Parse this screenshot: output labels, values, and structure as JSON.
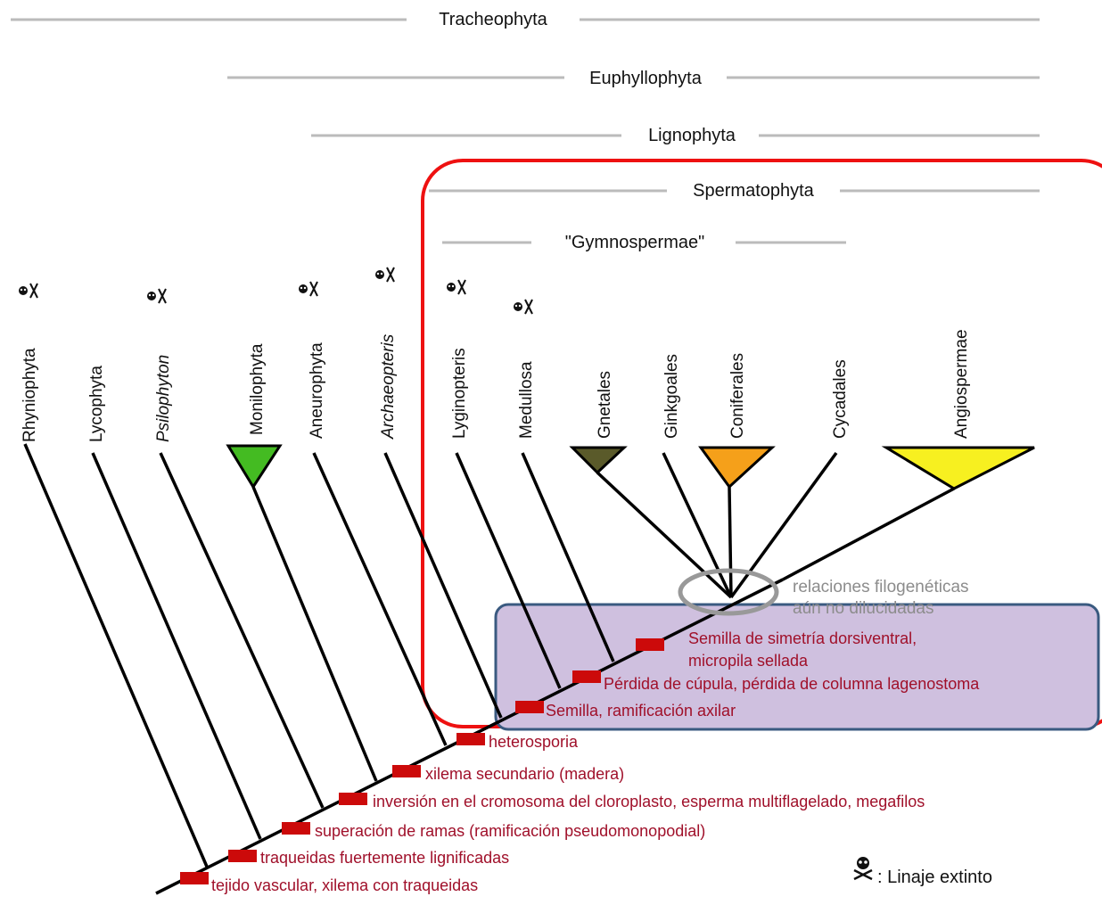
{
  "clades": {
    "tracheophyta": "Tracheophyta",
    "euphyllophyta": "Euphyllophyta",
    "lignophyta": "Lignophyta",
    "spermatophyta": "Spermatophyta",
    "gymnospermae": "\"Gymnospermae\""
  },
  "taxa": [
    {
      "name": "Rhyniophyta",
      "italic": false,
      "extinct": true
    },
    {
      "name": "Lycophyta",
      "italic": false,
      "extinct": false
    },
    {
      "name": "Psilophyton",
      "italic": true,
      "extinct": true
    },
    {
      "name": "Monilophyta",
      "italic": false,
      "extinct": false,
      "clade_color": "#44bb22"
    },
    {
      "name": "Aneurophyta",
      "italic": false,
      "extinct": true
    },
    {
      "name": "Archaeopteris",
      "italic": true,
      "extinct": true
    },
    {
      "name": "Lyginopteris",
      "italic": false,
      "extinct": true
    },
    {
      "name": "Medullosa",
      "italic": false,
      "extinct": true
    },
    {
      "name": "Gnetales",
      "italic": false,
      "extinct": false,
      "clade_color": "#5a5a2a"
    },
    {
      "name": "Ginkgoales",
      "italic": false,
      "extinct": false
    },
    {
      "name": "Coniferales",
      "italic": false,
      "extinct": false,
      "clade_color": "#f5a01a"
    },
    {
      "name": "Cycadales",
      "italic": false,
      "extinct": false
    },
    {
      "name": "Angiospermae",
      "italic": false,
      "extinct": false,
      "clade_color": "#f7f020"
    }
  ],
  "characters": [
    "tejido vascular, xilema con traqueidas",
    "traqueidas fuertemente lignificadas",
    "superación de ramas (ramificación pseudomonopodial)",
    "inversión en el cromosoma del cloroplasto, esperma multiflagelado, megafilos",
    "xilema secundario (madera)",
    "heterosporia",
    "Semilla, ramificación axilar",
    "Pérdida de cúpula, pérdida de columna lagenostoma",
    "Semilla de simetría dorsiventral,",
    "micropila sellada"
  ],
  "unresolved_note": [
    "relaciones filogenéticas",
    "aún no dilucidadas"
  ],
  "legend": {
    "icon": "skull-crossbones-icon",
    "text": ": Linaje extinto"
  },
  "colors": {
    "character_bar": "#cc0a0a",
    "character_text": "#a0102a",
    "spermatophyta_box": "#ee1111",
    "seed_highlight_fill": "#cfc0df",
    "seed_highlight_border": "#3a5a80",
    "clade_line": "#bbbbbb",
    "unresolved_ellipse": "#999999"
  }
}
